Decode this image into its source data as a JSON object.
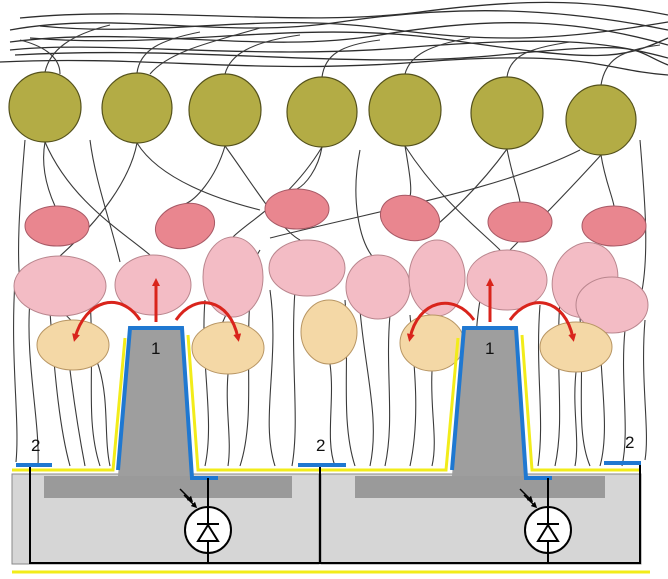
{
  "labels": {
    "electrode_left": "1",
    "electrode_right": "1",
    "return_left": "2",
    "return_middle": "2",
    "return_right": "2"
  },
  "colors": {
    "ganglion": "#b3ac45",
    "bipolar_dark": "#e9868f",
    "bipolar_light": "#f3bcc5",
    "photoreceptor": "#f4d8a6",
    "electrode_body": "#9e9e9e",
    "electrode_coating": "#1f78d1",
    "insulation": "#f2ec1a",
    "current_arrow": "#d9241c",
    "substrate": "#d6d6d6",
    "substrate_strip": "#9a9a9a"
  }
}
